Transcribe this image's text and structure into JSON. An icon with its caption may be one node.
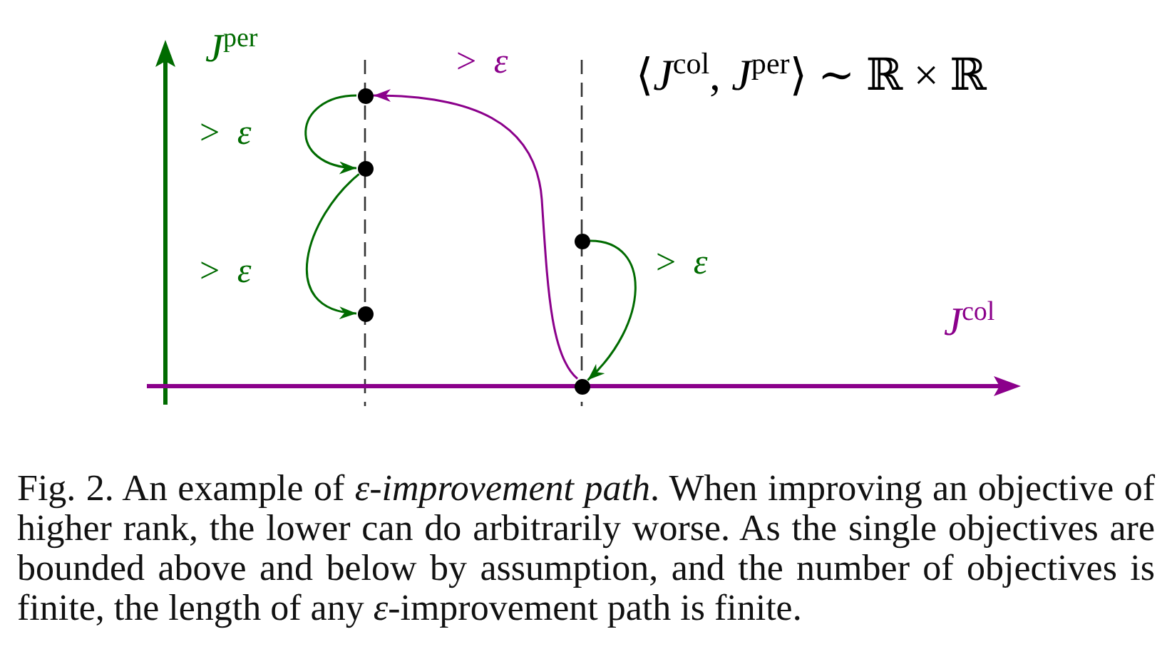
{
  "diagram": {
    "caption": "Fig. 2. An example of *ε-improvement path*. When improving an objective of higher rank, the lower can do arbitrarily worse. As the single objectives are bounded above and below by assumption, and the number of objectives is finite, the length of any *ε*-improvement path is finite.",
    "nodes": [
      {
        "text": [],
        "shape": "circle"
      },
      {
        "text": [],
        "shape": "circle"
      },
      {
        "text": [],
        "shape": "circle"
      },
      {
        "text": [],
        "shape": "circle"
      },
      {
        "text": [],
        "shape": "circle"
      }
    ],
    "edges": [
      {
        "from": 0,
        "to": 1,
        "arrow": "to",
        "label": "> *ε*"
      },
      {
        "from": 1,
        "to": 2,
        "arrow": "to",
        "label": "> *ε*"
      },
      {
        "from": 3,
        "to": 4,
        "arrow": "to",
        "label": "> *ε*"
      },
      {
        "from": 4,
        "to": 0,
        "arrow": "to",
        "label": "> *ε*",
        "color": "#8b008b"
      }
    ],
    "labels": [
      "*J*$^{per}$",
      "⟨*J*$^{col}$, *J*$^{per}$⟩ ∼ ℝ × ℝ",
      "*J*$^{col}$"
    ]
  }
}
